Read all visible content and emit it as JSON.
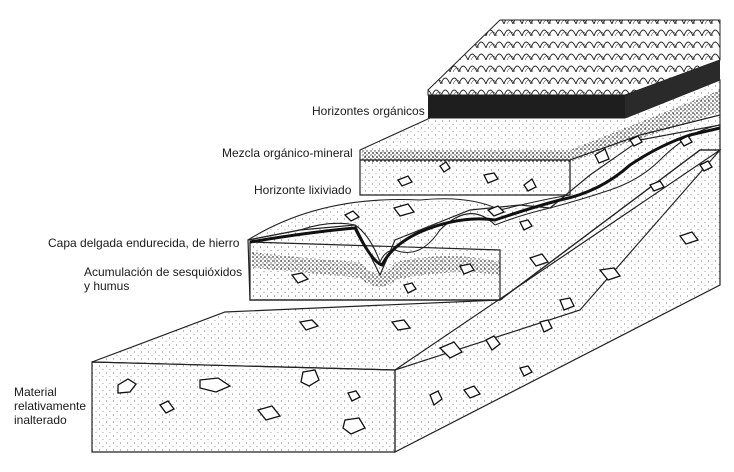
{
  "labels": {
    "organic_horizons": "Horizontes orgánicos",
    "organic_mineral_mix": "Mezcla orgánico-mineral",
    "leached_horizon": "Horizonte lixiviado",
    "iron_pan": "Capa delgada endurecida, de hierro",
    "sesquioxide_line1": "Acumulación de sesquióxidos",
    "sesquioxide_line2": "y humus",
    "parent_line1": "Material",
    "parent_line2": "relativamente",
    "parent_line3": "inalterado"
  },
  "colors": {
    "ink": "#1a1a1a",
    "paper": "#ffffff",
    "stipple": "#3a3a3a"
  }
}
